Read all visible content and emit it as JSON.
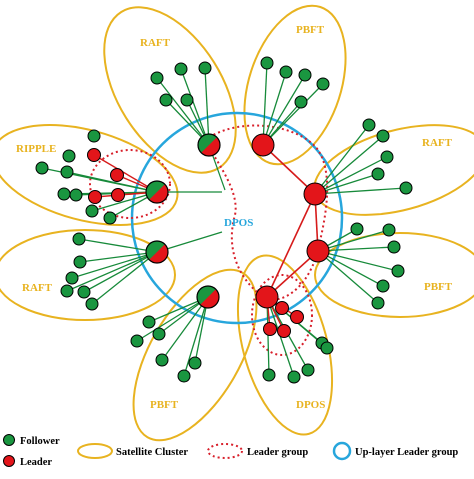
{
  "center": {
    "label": "DPOS"
  },
  "clusters": [
    {
      "label": "RAFT"
    },
    {
      "label": "PBFT"
    },
    {
      "label": "RAFT"
    },
    {
      "label": "PBFT"
    },
    {
      "label": "PBFT"
    },
    {
      "label": "DPOS"
    },
    {
      "label": "RIPPLE"
    },
    {
      "label": "RAFT"
    }
  ],
  "legend": {
    "follower": "Follower",
    "leader": "Leader",
    "satellite_cluster": "Satellite Cluster",
    "leader_group": "Leader group",
    "uplayer_group": "Up-layer Leader group"
  },
  "colors": {
    "follower": "#1a9640",
    "leader": "#e3151a",
    "cluster_outline": "#e8b320",
    "leader_group": "#d8202b",
    "uplayer_group": "#27a6dc",
    "link_green": "#178a3a",
    "link_red": "#d61b1b",
    "label": "#e8b320",
    "center_label": "#27a6dc"
  }
}
